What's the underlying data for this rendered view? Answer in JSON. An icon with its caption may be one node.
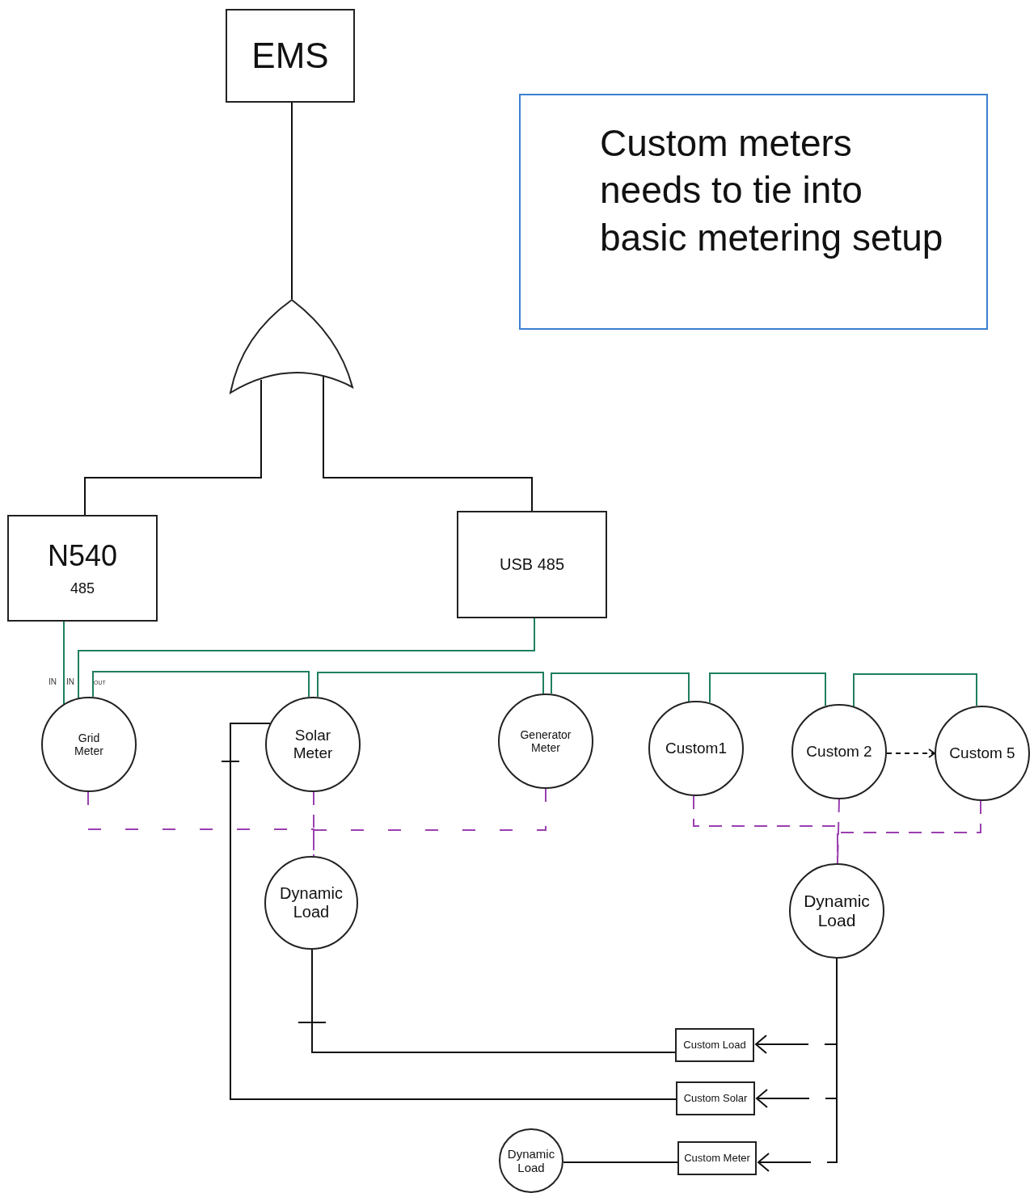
{
  "diagram": {
    "nodes": [
      {
        "text": [
          "EMS"
        ]
      },
      {
        "text": [
          "Custom meters needs to tie into basic metering setup"
        ]
      },
      {
        "text": [],
        "shape": "gate"
      },
      {
        "text": [
          "N540",
          "485"
        ]
      },
      {
        "text": [
          "USB 485"
        ]
      },
      {
        "text": [
          "Grid Meter"
        ]
      },
      {
        "text": [
          "Solar Meter"
        ]
      },
      {
        "text": [
          "Generator Meter"
        ]
      },
      {
        "text": [
          "Custom1"
        ]
      },
      {
        "text": [
          "Custom 2"
        ]
      },
      {
        "text": [
          "Custom 5"
        ]
      },
      {
        "text": [
          "Dynamic Load"
        ]
      },
      {
        "text": [
          "Dynamic Load"
        ]
      },
      {
        "text": [
          "Custom Load"
        ]
      },
      {
        "text": [
          "Custom Solar"
        ]
      },
      {
        "text": [
          "Dynamic Load"
        ]
      },
      {
        "text": [
          "Custom Meter"
        ]
      }
    ],
    "edges": [
      {
        "from": 0,
        "to": 2,
        "arrow": "none"
      },
      {
        "from": 2,
        "to": 3,
        "arrow": "none"
      },
      {
        "from": 2,
        "to": 4,
        "arrow": "none"
      },
      {
        "from": 3,
        "to": 5,
        "arrow": "none",
        "color": "#1f7f5f"
      },
      {
        "from": 4,
        "to": 5,
        "arrow": "none",
        "color": "#1f7f5f"
      },
      {
        "from": 5,
        "to": 6,
        "arrow": "none",
        "color": "#1f7f5f"
      },
      {
        "from": 6,
        "to": 7,
        "arrow": "none",
        "color": "#1f7f5f"
      },
      {
        "from": 7,
        "to": 8,
        "arrow": "none",
        "color": "#1f7f5f"
      },
      {
        "from": 8,
        "to": 9,
        "arrow": "none",
        "color": "#1f7f5f"
      },
      {
        "from": 9,
        "to": 10,
        "arrow": "none",
        "color": "#1f7f5f"
      },
      {
        "from": 9,
        "to": 10,
        "arrow": "to",
        "style": "dashed"
      },
      {
        "from": 5,
        "to": 11,
        "arrow": "none",
        "style": "dashed",
        "color": "#9b3fb0"
      },
      {
        "from": 6,
        "to": 11,
        "arrow": "none",
        "style": "dashed",
        "color": "#9b3fb0"
      },
      {
        "from": 7,
        "to": 11,
        "arrow": "none",
        "style": "dashed",
        "color": "#9b3fb0"
      },
      {
        "from": 8,
        "to": 12,
        "arrow": "none",
        "style": "dashed",
        "color": "#9b3fb0"
      },
      {
        "from": 9,
        "to": 12,
        "arrow": "none",
        "style": "dashed",
        "color": "#9b3fb0"
      },
      {
        "from": 10,
        "to": 12,
        "arrow": "none",
        "style": "dashed",
        "color": "#9b3fb0"
      },
      {
        "from": 13,
        "to": 11,
        "arrow": "none"
      },
      {
        "from": 14,
        "to": 6,
        "arrow": "none"
      },
      {
        "from": 15,
        "to": 16,
        "arrow": "none"
      },
      {
        "from": 12,
        "to": 13,
        "arrow": "to",
        "style": "dashed"
      },
      {
        "from": 12,
        "to": 14,
        "arrow": "to",
        "style": "dashed"
      },
      {
        "from": 12,
        "to": 16,
        "arrow": "to",
        "style": "dashed"
      }
    ],
    "labels": [
      "IN",
      "IN",
      "OUT"
    ]
  }
}
